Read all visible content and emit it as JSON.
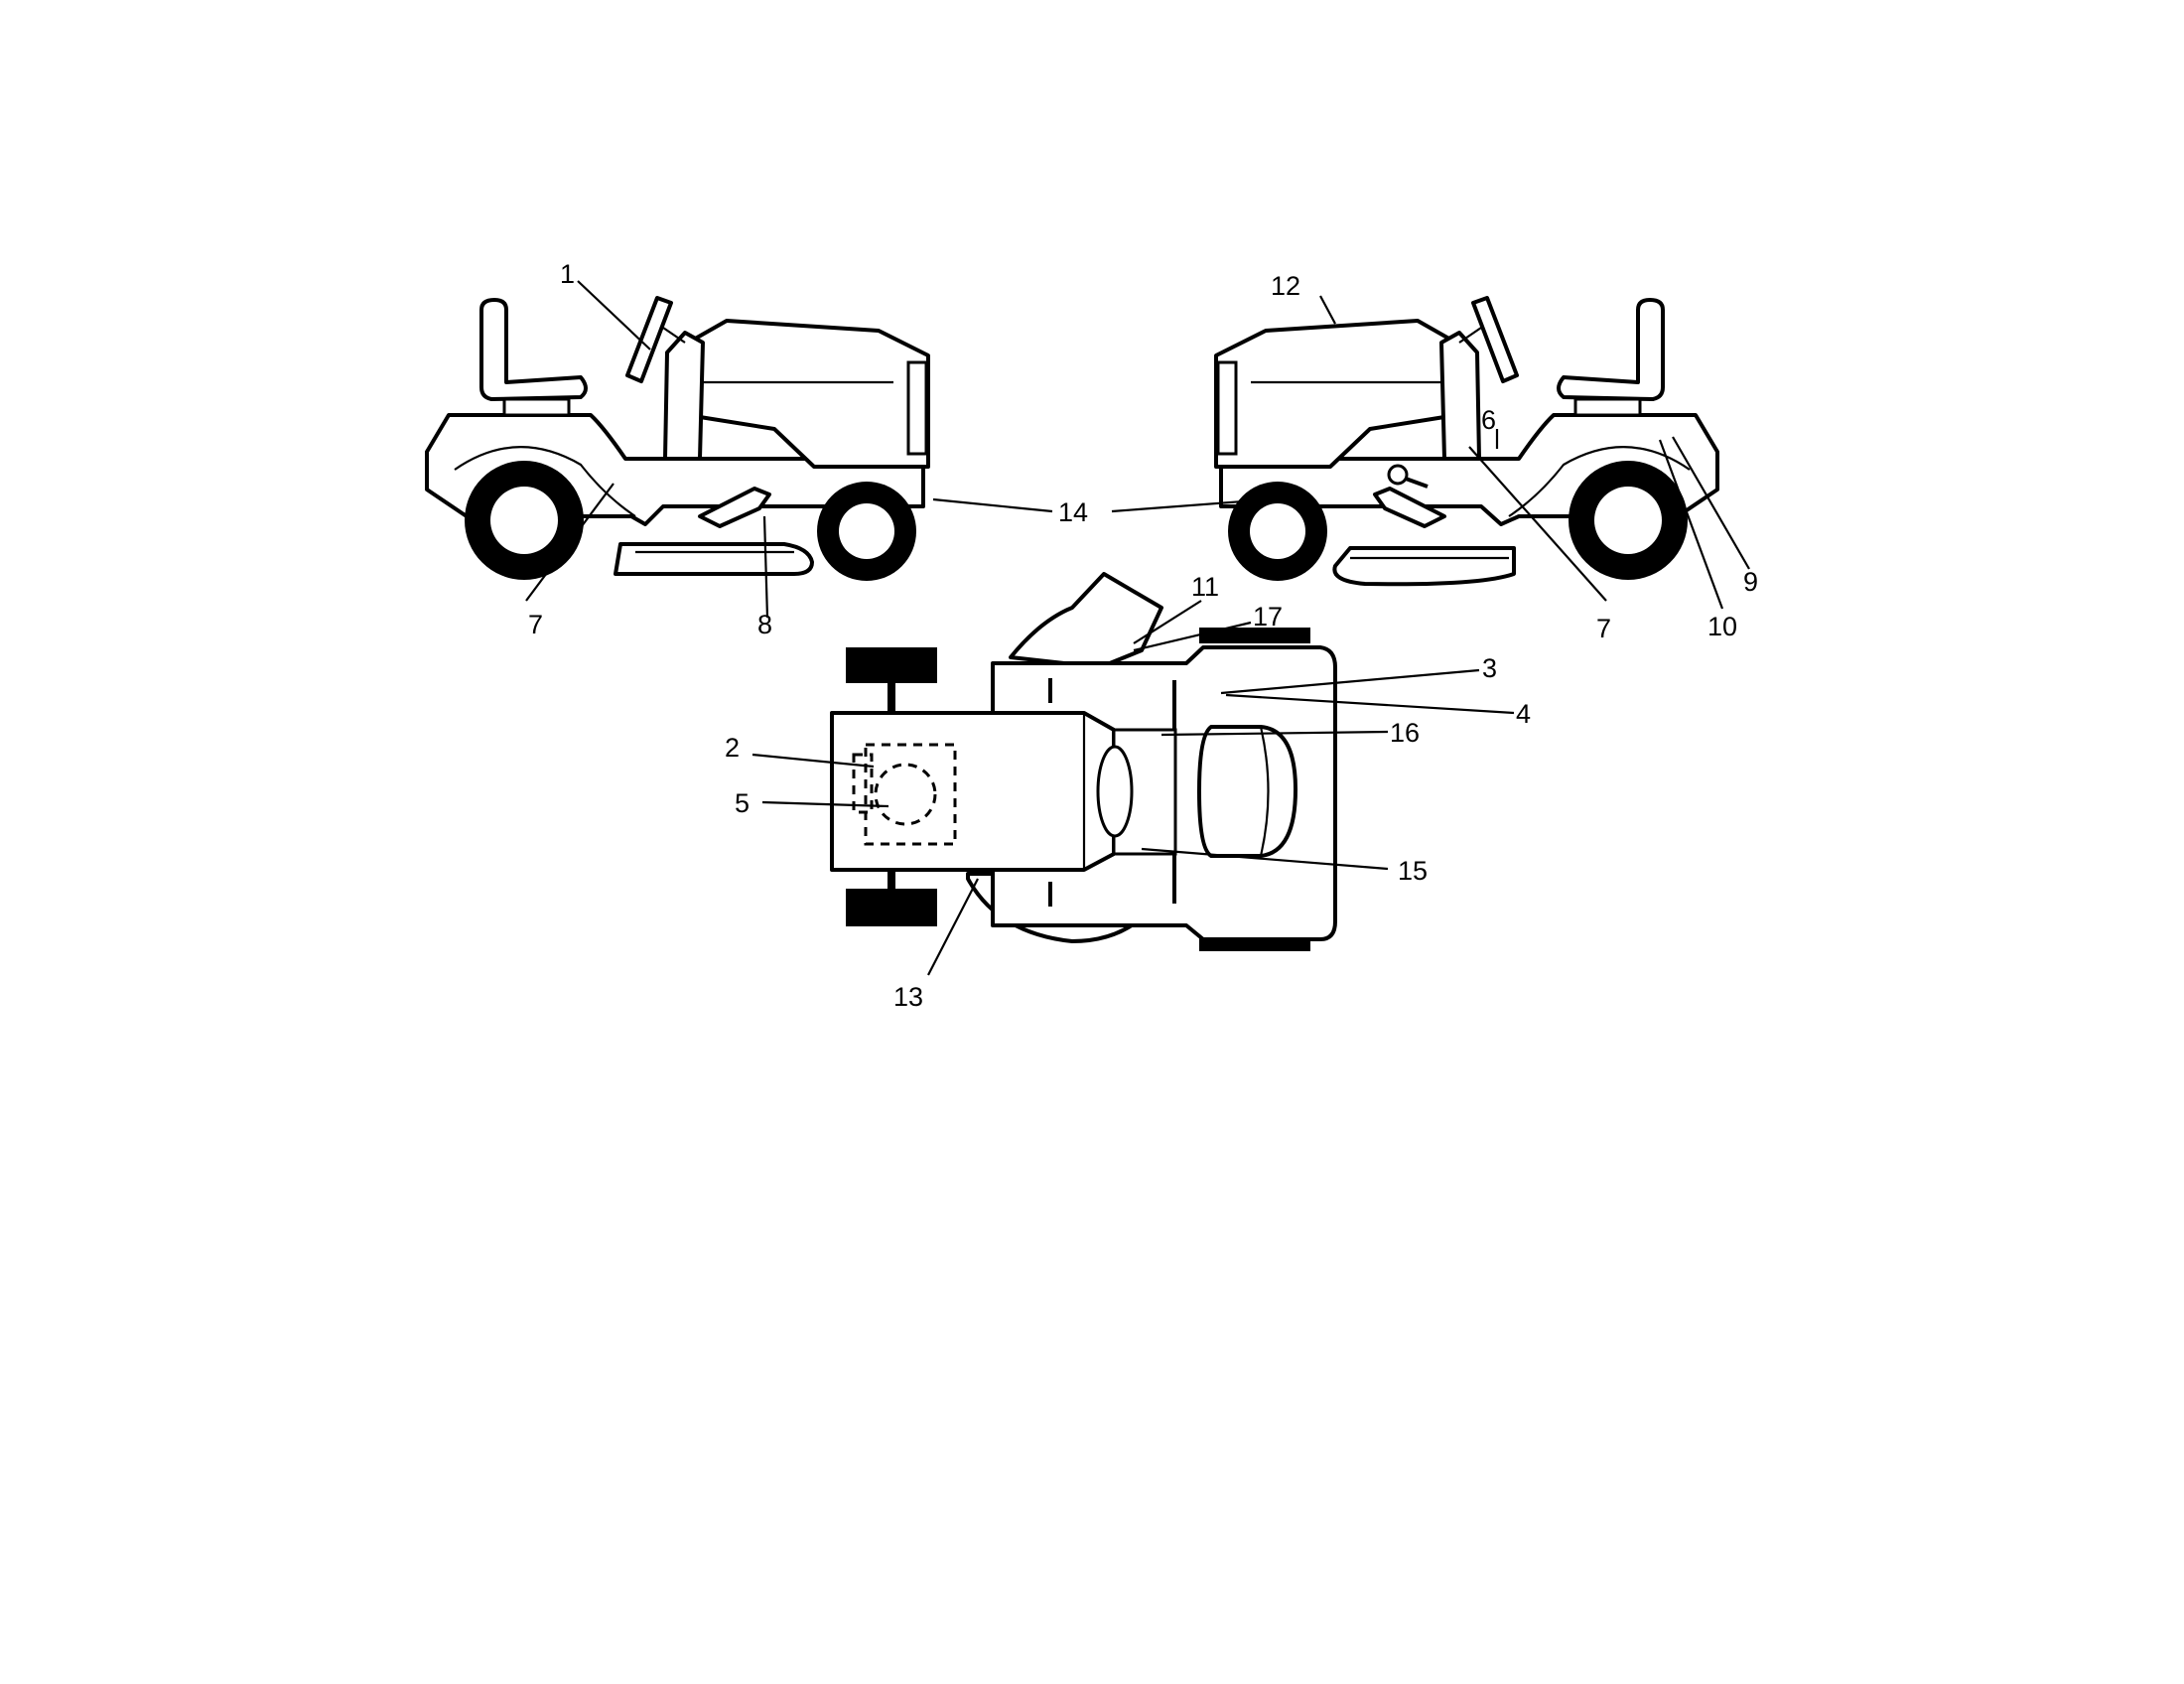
{
  "diagram": {
    "views": [
      "left-side-view",
      "right-side-view",
      "top-view"
    ],
    "callouts": {
      "c1": "1",
      "c2": "2",
      "c3": "3",
      "c4": "4",
      "c5": "5",
      "c6": "6",
      "c7a": "7",
      "c7b": "7",
      "c8": "8",
      "c9": "9",
      "c10": "10",
      "c11": "11",
      "c12": "12",
      "c13": "13",
      "c14": "14",
      "c15": "15",
      "c16": "16",
      "c17": "17"
    }
  }
}
